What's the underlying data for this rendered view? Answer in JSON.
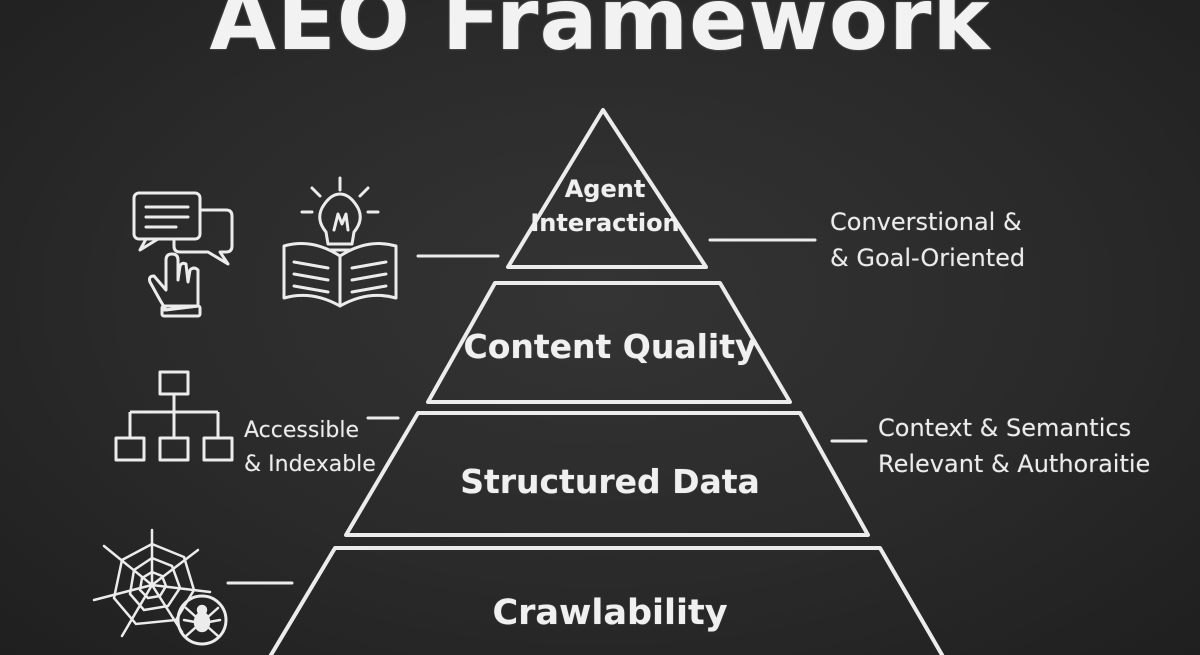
{
  "title": "AEO Framework",
  "pyramid": {
    "levels": [
      {
        "lines": [
          "Agent",
          "Interaction"
        ]
      },
      {
        "lines": [
          "Content Quality"
        ]
      },
      {
        "lines": [
          "Structured Data"
        ]
      },
      {
        "lines": [
          "Crawlability"
        ]
      }
    ]
  },
  "notes": {
    "right_top": [
      "Converstional &",
      "& Goal-Oriented"
    ],
    "right_mid": [
      "Context & Semantics",
      "Relevant & Authoraitie"
    ],
    "left_mid": [
      "Accessible",
      "& Indexable"
    ]
  },
  "icons": {
    "chat": "chat-gesture-icon",
    "book": "idea-book-icon",
    "sitemap": "sitemap-icon",
    "web": "spider-web-icon"
  },
  "colors": {
    "chalk": "#ececec",
    "board": "#2b2b2b"
  }
}
